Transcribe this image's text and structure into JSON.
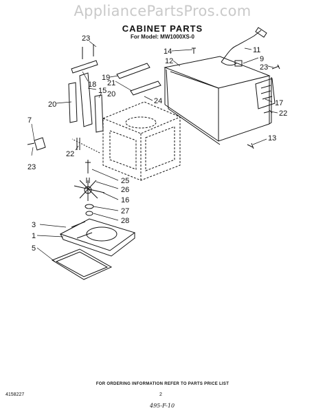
{
  "watermark": "AppliancePartsPros.com",
  "title": "CABINET PARTS",
  "subtitle": "For Model: MW1000XS-0",
  "callouts": [
    "23",
    "18",
    "19",
    "21",
    "15",
    "20",
    "20",
    "24",
    "14",
    "12",
    "11",
    "9",
    "23",
    "17",
    "22",
    "7",
    "22",
    "23",
    "13",
    "25",
    "26",
    "16",
    "27",
    "28",
    "3",
    "1",
    "5"
  ],
  "footer": "FOR ORDERING INFORMATION REFER TO PARTS PRICE LIST",
  "part_number": "4158227",
  "page_number": "2",
  "handwritten_note": "495-F-10"
}
